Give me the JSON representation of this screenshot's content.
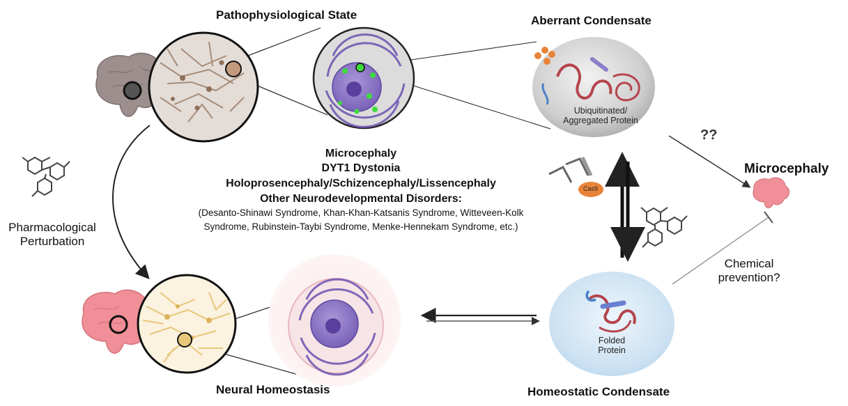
{
  "titles": {
    "pathophysiological": "Pathophysiological State",
    "aberrant": "Aberrant Condensate",
    "neural": "Neural Homeostasis",
    "homeostatic": "Homeostatic Condensate"
  },
  "disorders": {
    "line1": "Microcephaly",
    "line2": "DYT1 Dystonia",
    "line3": "Holoprosencephaly/Schizencephaly/Lissencephaly",
    "line4": "Other Neurodevelopmental Disorders:",
    "line5": "(Desanto-Shinawi Syndrome, Khan-Khan-Katsanis Syndrome, Witteveen-Kolk",
    "line6": "Syndrome, Rubinstein-Taybi Syndrome, Menke-Hennekam Syndrome, etc.)"
  },
  "labels": {
    "pharm1": "Pharmacological",
    "pharm2": "Perturbation",
    "ubiq1": "Ubiquitinated/",
    "ubiq2": "Aggregated Protein",
    "folded1": "Folded",
    "folded2": "Protein",
    "microcephaly": "Microcephaly",
    "chem1": "Chemical",
    "chem2": "prevention?",
    "question": "??",
    "cas9": "Cas9"
  },
  "colors": {
    "brain_diseased": "#9e8f8f",
    "brain_healthy": "#f08f97",
    "neurons_diseased": "#a08470",
    "neurons_healthy": "#e7c77a",
    "nucleus": "#7a62b8",
    "er": "#6b52b0",
    "aggregate_green": "#3ddc3d",
    "protein_red": "#b5454d",
    "protein_blue": "#4a80c8",
    "aberrant_blob": "#c9c9c9",
    "homeostatic_blob": "#cfe3f3",
    "cas9": "#e8833a"
  }
}
